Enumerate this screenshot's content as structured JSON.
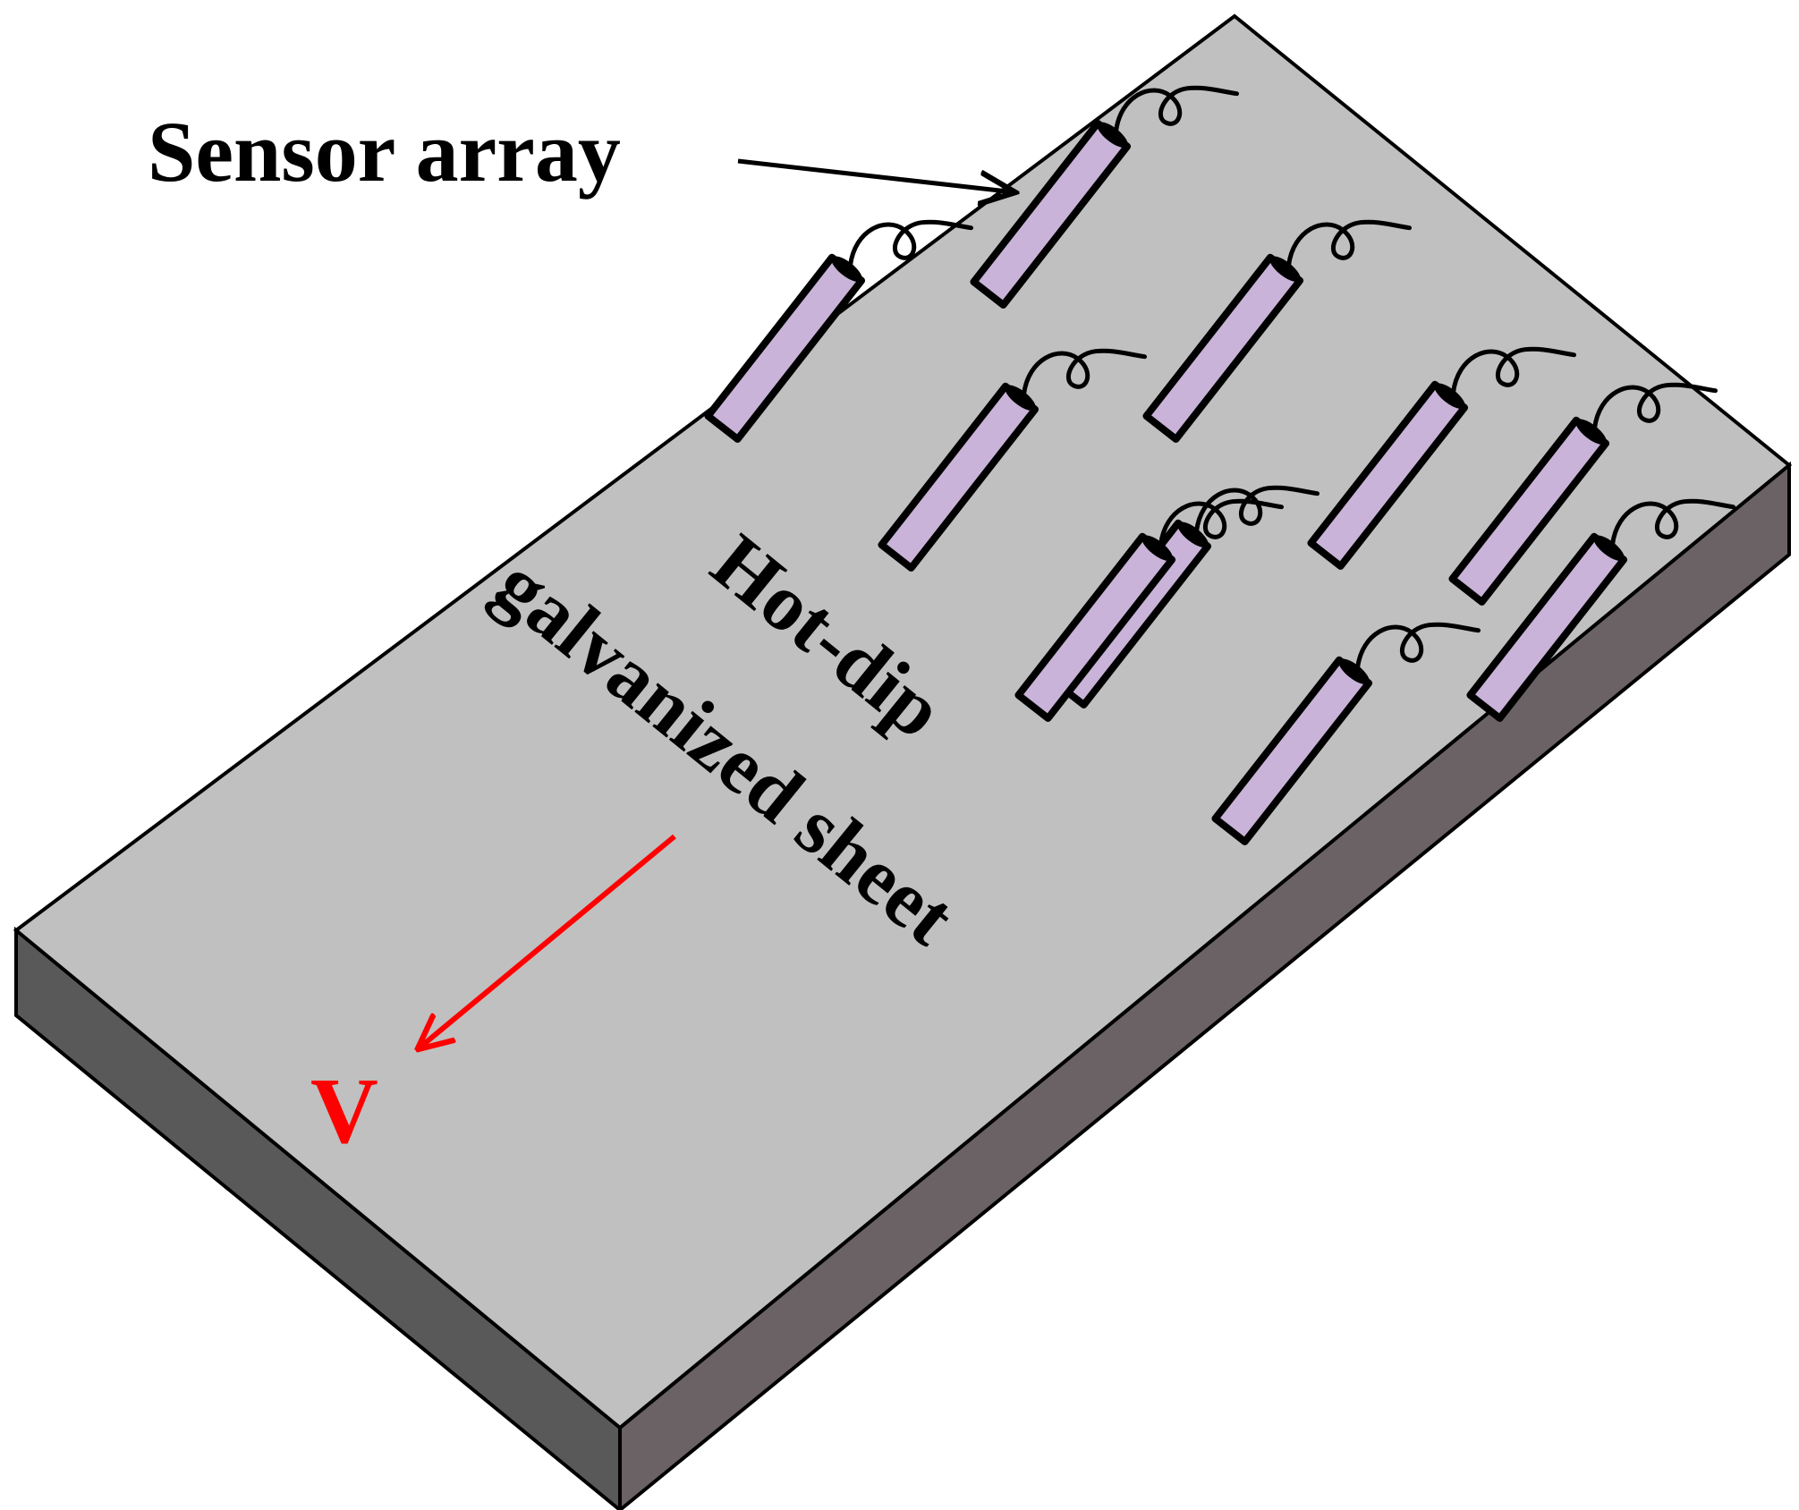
{
  "labels": {
    "sensor_array": "Sensor array",
    "sheet_line1": "Hot-dip",
    "sheet_line2": "galvanized sheet",
    "velocity": "V"
  },
  "colors": {
    "sheet_top": "#c0c0c0",
    "sheet_front": "#595959",
    "sheet_side": "#6b6266",
    "outline": "#000000",
    "sensor_fill": "#c9b3d8",
    "velocity_arrow": "#ff0000",
    "text": "#000000",
    "velocity_text": "#ff0000"
  },
  "sensors": {
    "count": 10
  }
}
